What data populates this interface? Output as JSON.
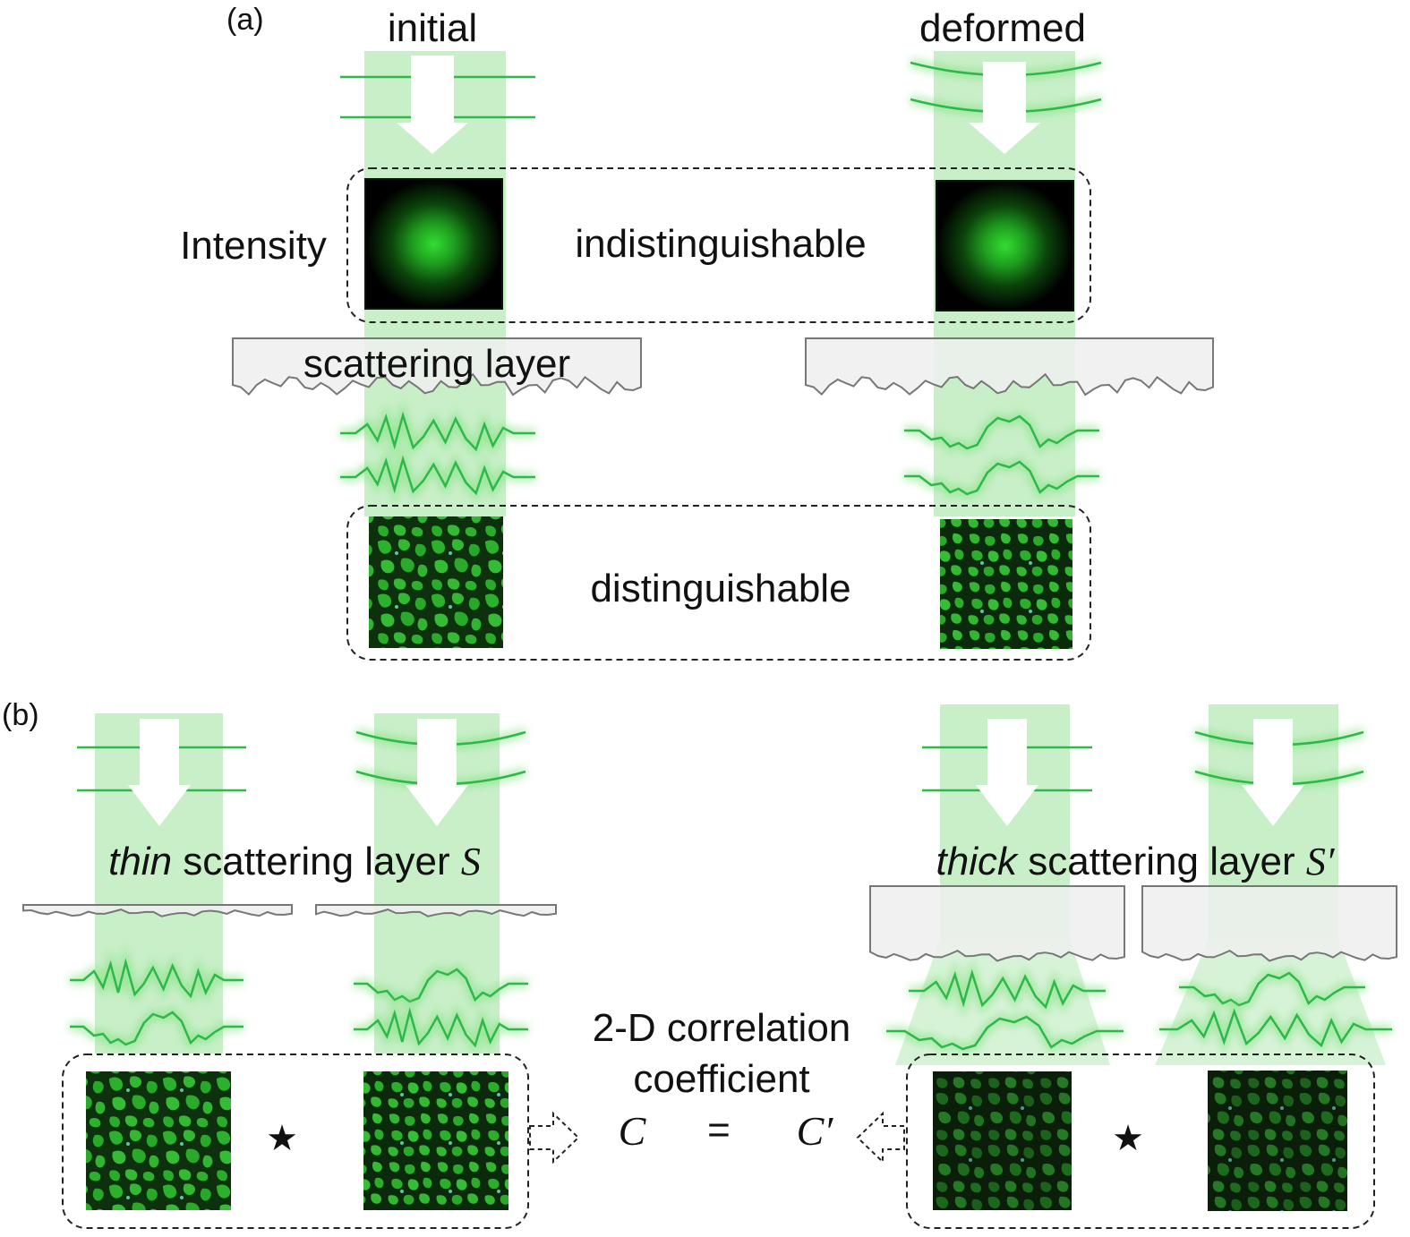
{
  "colors": {
    "beam": "#b7eab7",
    "wave": "#2fb84a",
    "glow": "#74e074",
    "layer_fill": "#efefef",
    "layer_stroke": "#777777",
    "speckle_dark": "#0c2a0c",
    "speckle_bright": "#2fb52f",
    "spot": "#2ed12e"
  },
  "panel_a": {
    "label": "(a)",
    "initial": "initial",
    "deformed": "deformed",
    "intensity": "Intensity",
    "indistinguishable": "indistinguishable",
    "scattering_layer": "scattering layer",
    "distinguishable": "distinguishable"
  },
  "panel_b": {
    "label": "(b)",
    "thin_word": "thin",
    "thin_rest": " scattering layer ",
    "thin_symbol": "S",
    "thick_word": "thick",
    "thick_rest": " scattering layer ",
    "thick_symbol": "S′",
    "star": "★",
    "corr_line1": "2-D correlation",
    "corr_line2": "coefficient",
    "c_left": "C",
    "equals": "=",
    "c_right": "C′"
  }
}
